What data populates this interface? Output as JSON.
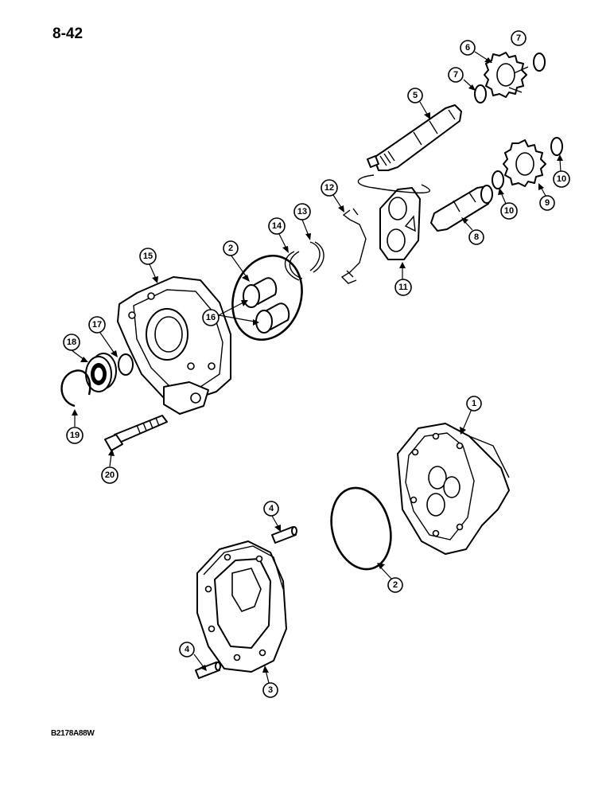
{
  "page": {
    "number": "8-42",
    "drawing_code": "B2178A88W"
  },
  "callouts": [
    {
      "id": "c1",
      "label": "1"
    },
    {
      "id": "c2a",
      "label": "2"
    },
    {
      "id": "c2b",
      "label": "2"
    },
    {
      "id": "c3",
      "label": "3"
    },
    {
      "id": "c4a",
      "label": "4"
    },
    {
      "id": "c4b",
      "label": "4"
    },
    {
      "id": "c5",
      "label": "5"
    },
    {
      "id": "c6",
      "label": "6"
    },
    {
      "id": "c7a",
      "label": "7"
    },
    {
      "id": "c7b",
      "label": "7"
    },
    {
      "id": "c8",
      "label": "8"
    },
    {
      "id": "c9",
      "label": "9"
    },
    {
      "id": "c10a",
      "label": "10"
    },
    {
      "id": "c10b",
      "label": "10"
    },
    {
      "id": "c11",
      "label": "11"
    },
    {
      "id": "c12",
      "label": "12"
    },
    {
      "id": "c13",
      "label": "13"
    },
    {
      "id": "c14",
      "label": "14"
    },
    {
      "id": "c15",
      "label": "15"
    },
    {
      "id": "c16",
      "label": "16"
    },
    {
      "id": "c17",
      "label": "17"
    },
    {
      "id": "c18",
      "label": "18"
    },
    {
      "id": "c19",
      "label": "19"
    },
    {
      "id": "c20",
      "label": "20"
    }
  ]
}
